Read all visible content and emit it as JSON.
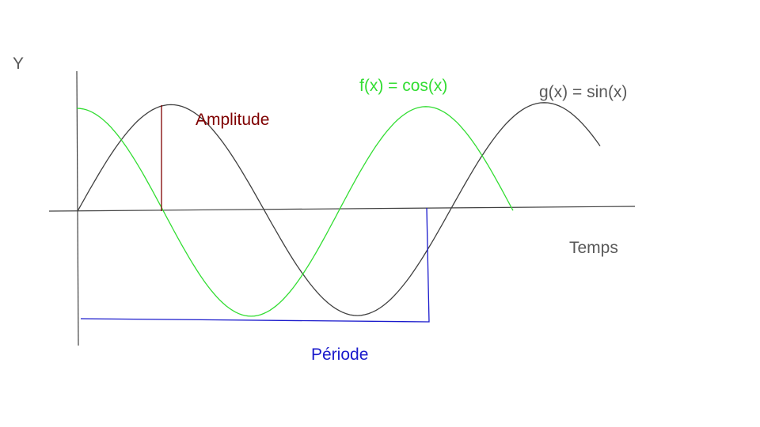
{
  "labels": {
    "y_axis": "Y",
    "x_axis": "Temps",
    "cos_curve": "f(x) = cos(x)",
    "sin_curve": "g(x) = sin(x)",
    "amplitude": "Amplitude",
    "period": "Période"
  },
  "colors": {
    "axes": "#404040",
    "sin_curve": "#404040",
    "cos_curve": "#33dd33",
    "amplitude": "#7f0000",
    "period": "#1a1acc",
    "label_gray": "#595959"
  }
}
